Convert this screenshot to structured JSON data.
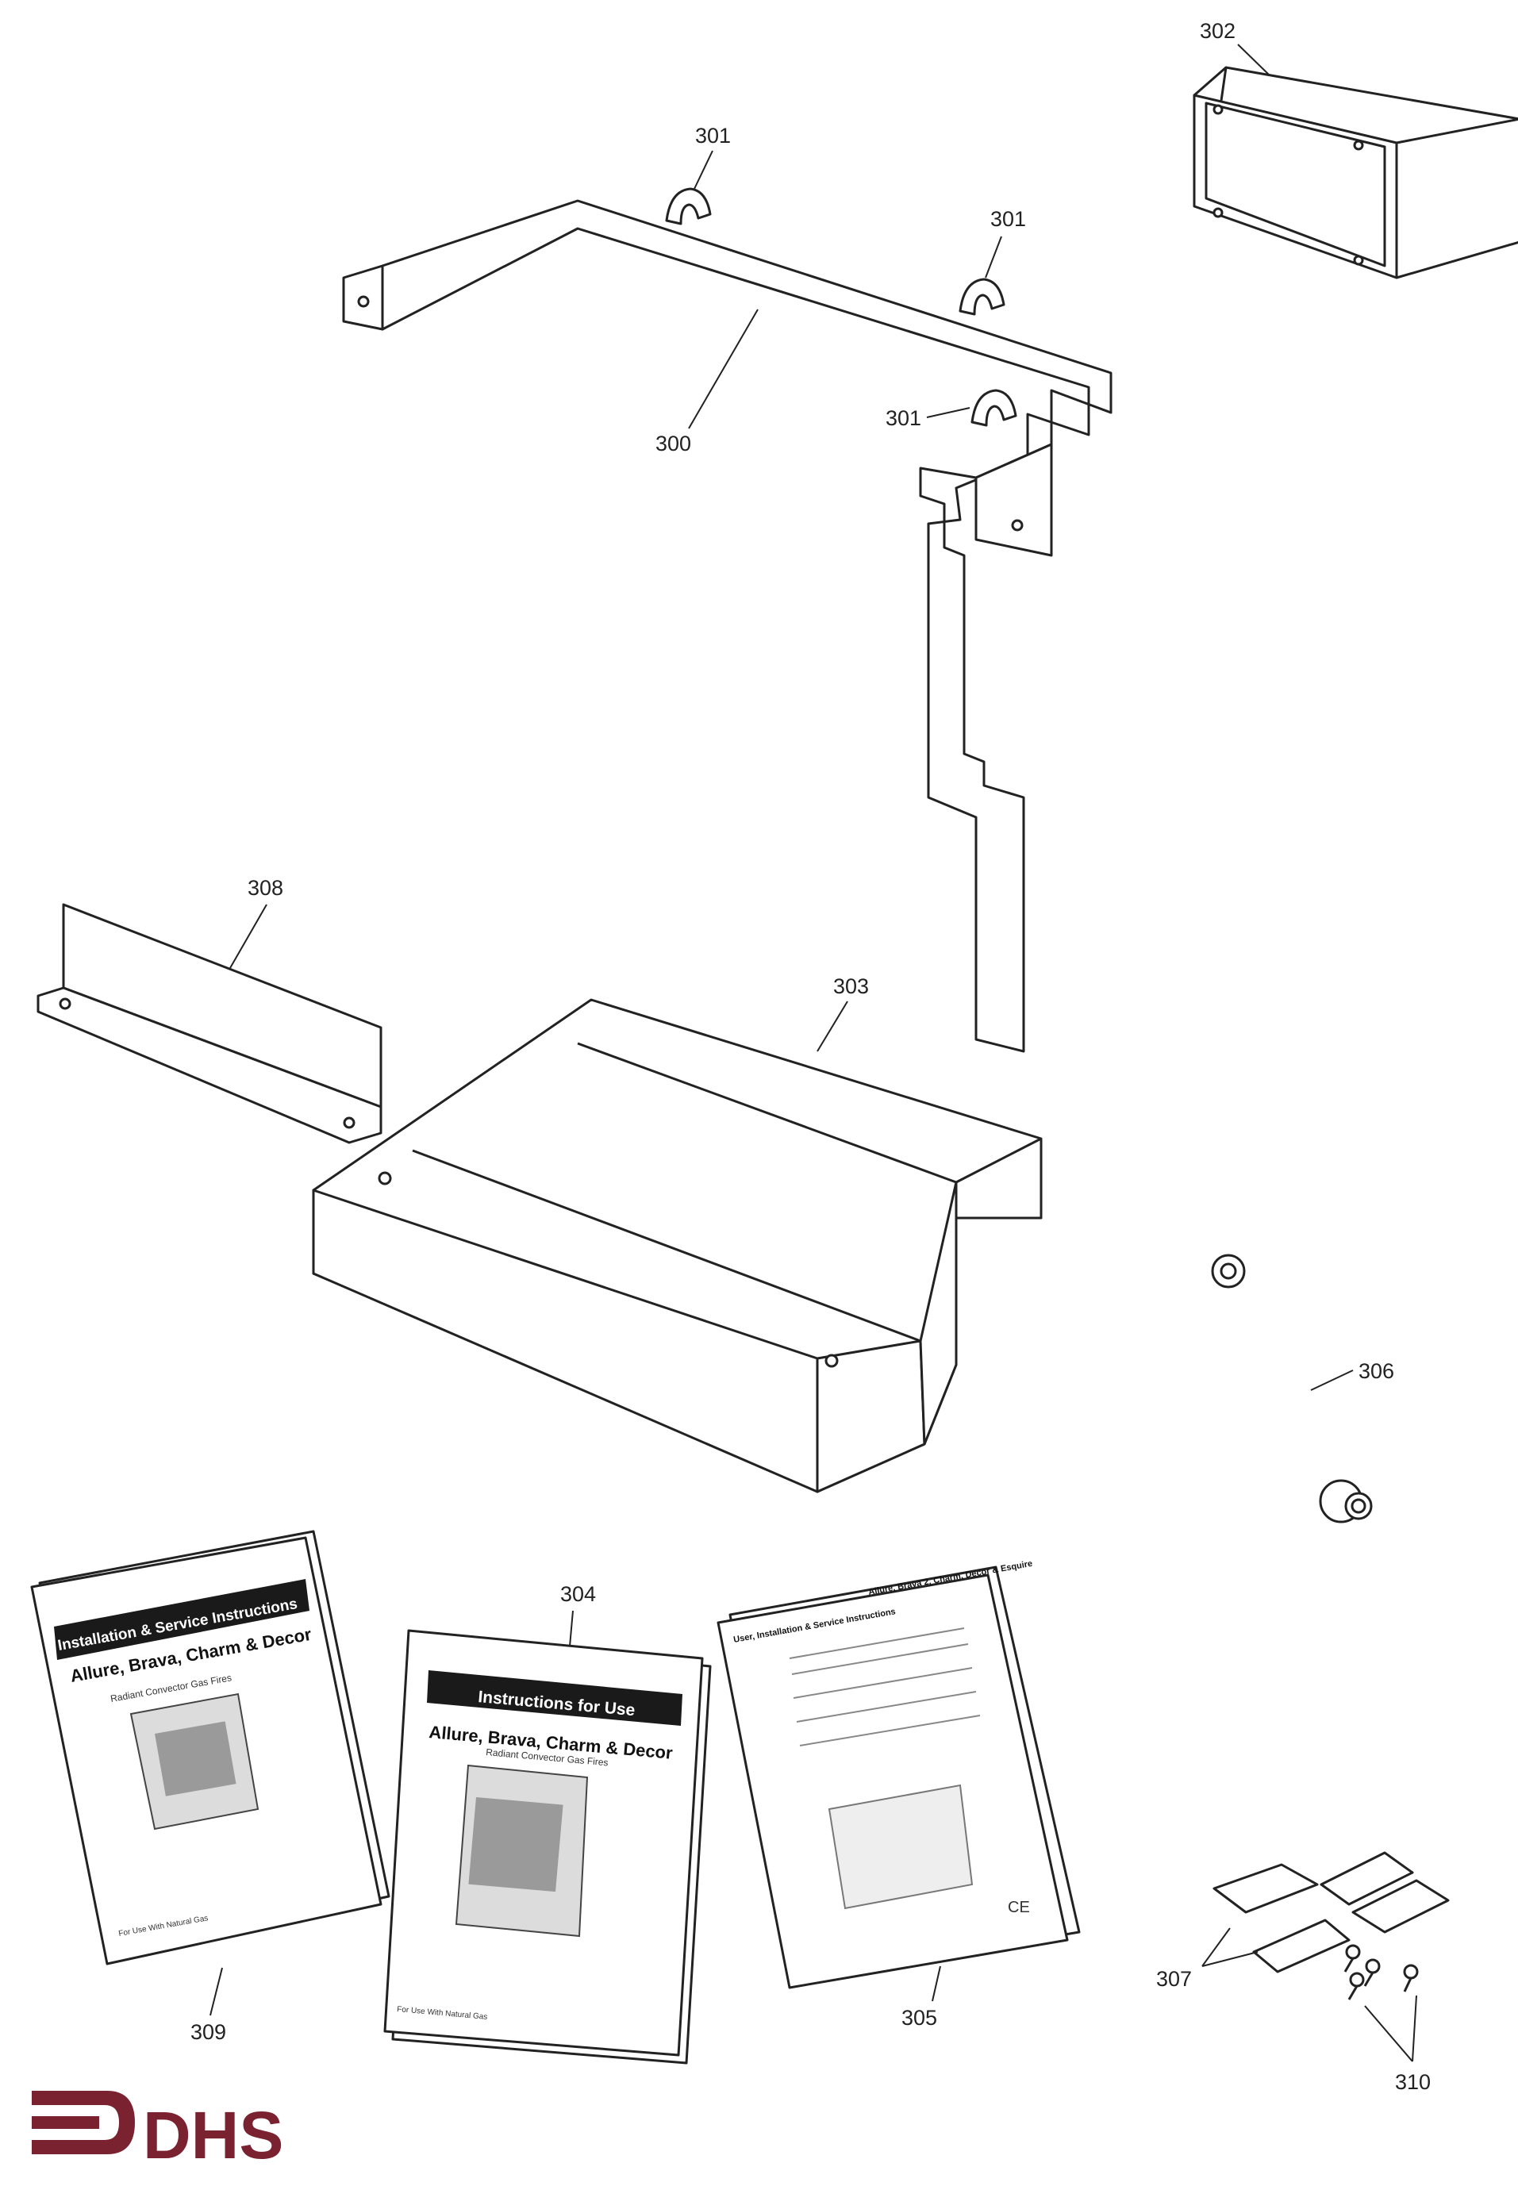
{
  "callouts": {
    "c300": "300",
    "c301a": "301",
    "c301b": "301",
    "c301c": "301",
    "c302": "302",
    "c303": "303",
    "c304": "304",
    "c305": "305",
    "c306": "306",
    "c307": "307",
    "c308": "308",
    "c309": "309",
    "c310": "310"
  },
  "booklets": {
    "installation": {
      "banner": "Installation & Service Instructions",
      "title": "Allure, Brava, Charm & Decor",
      "subtitle": "Radiant Convector Gas Fires"
    },
    "use": {
      "banner": "Instructions for Use",
      "title": "Allure, Brava, Charm & Decor",
      "subtitle": "Radiant Convector Gas Fires"
    },
    "combined": {
      "heading_left": "User, Installation & Service Instructions",
      "heading_right": "Allure, Brava 2, Charm, Decor & Esquire"
    }
  },
  "brand": {
    "logo_text": "DHS",
    "color": "#7a2230"
  }
}
